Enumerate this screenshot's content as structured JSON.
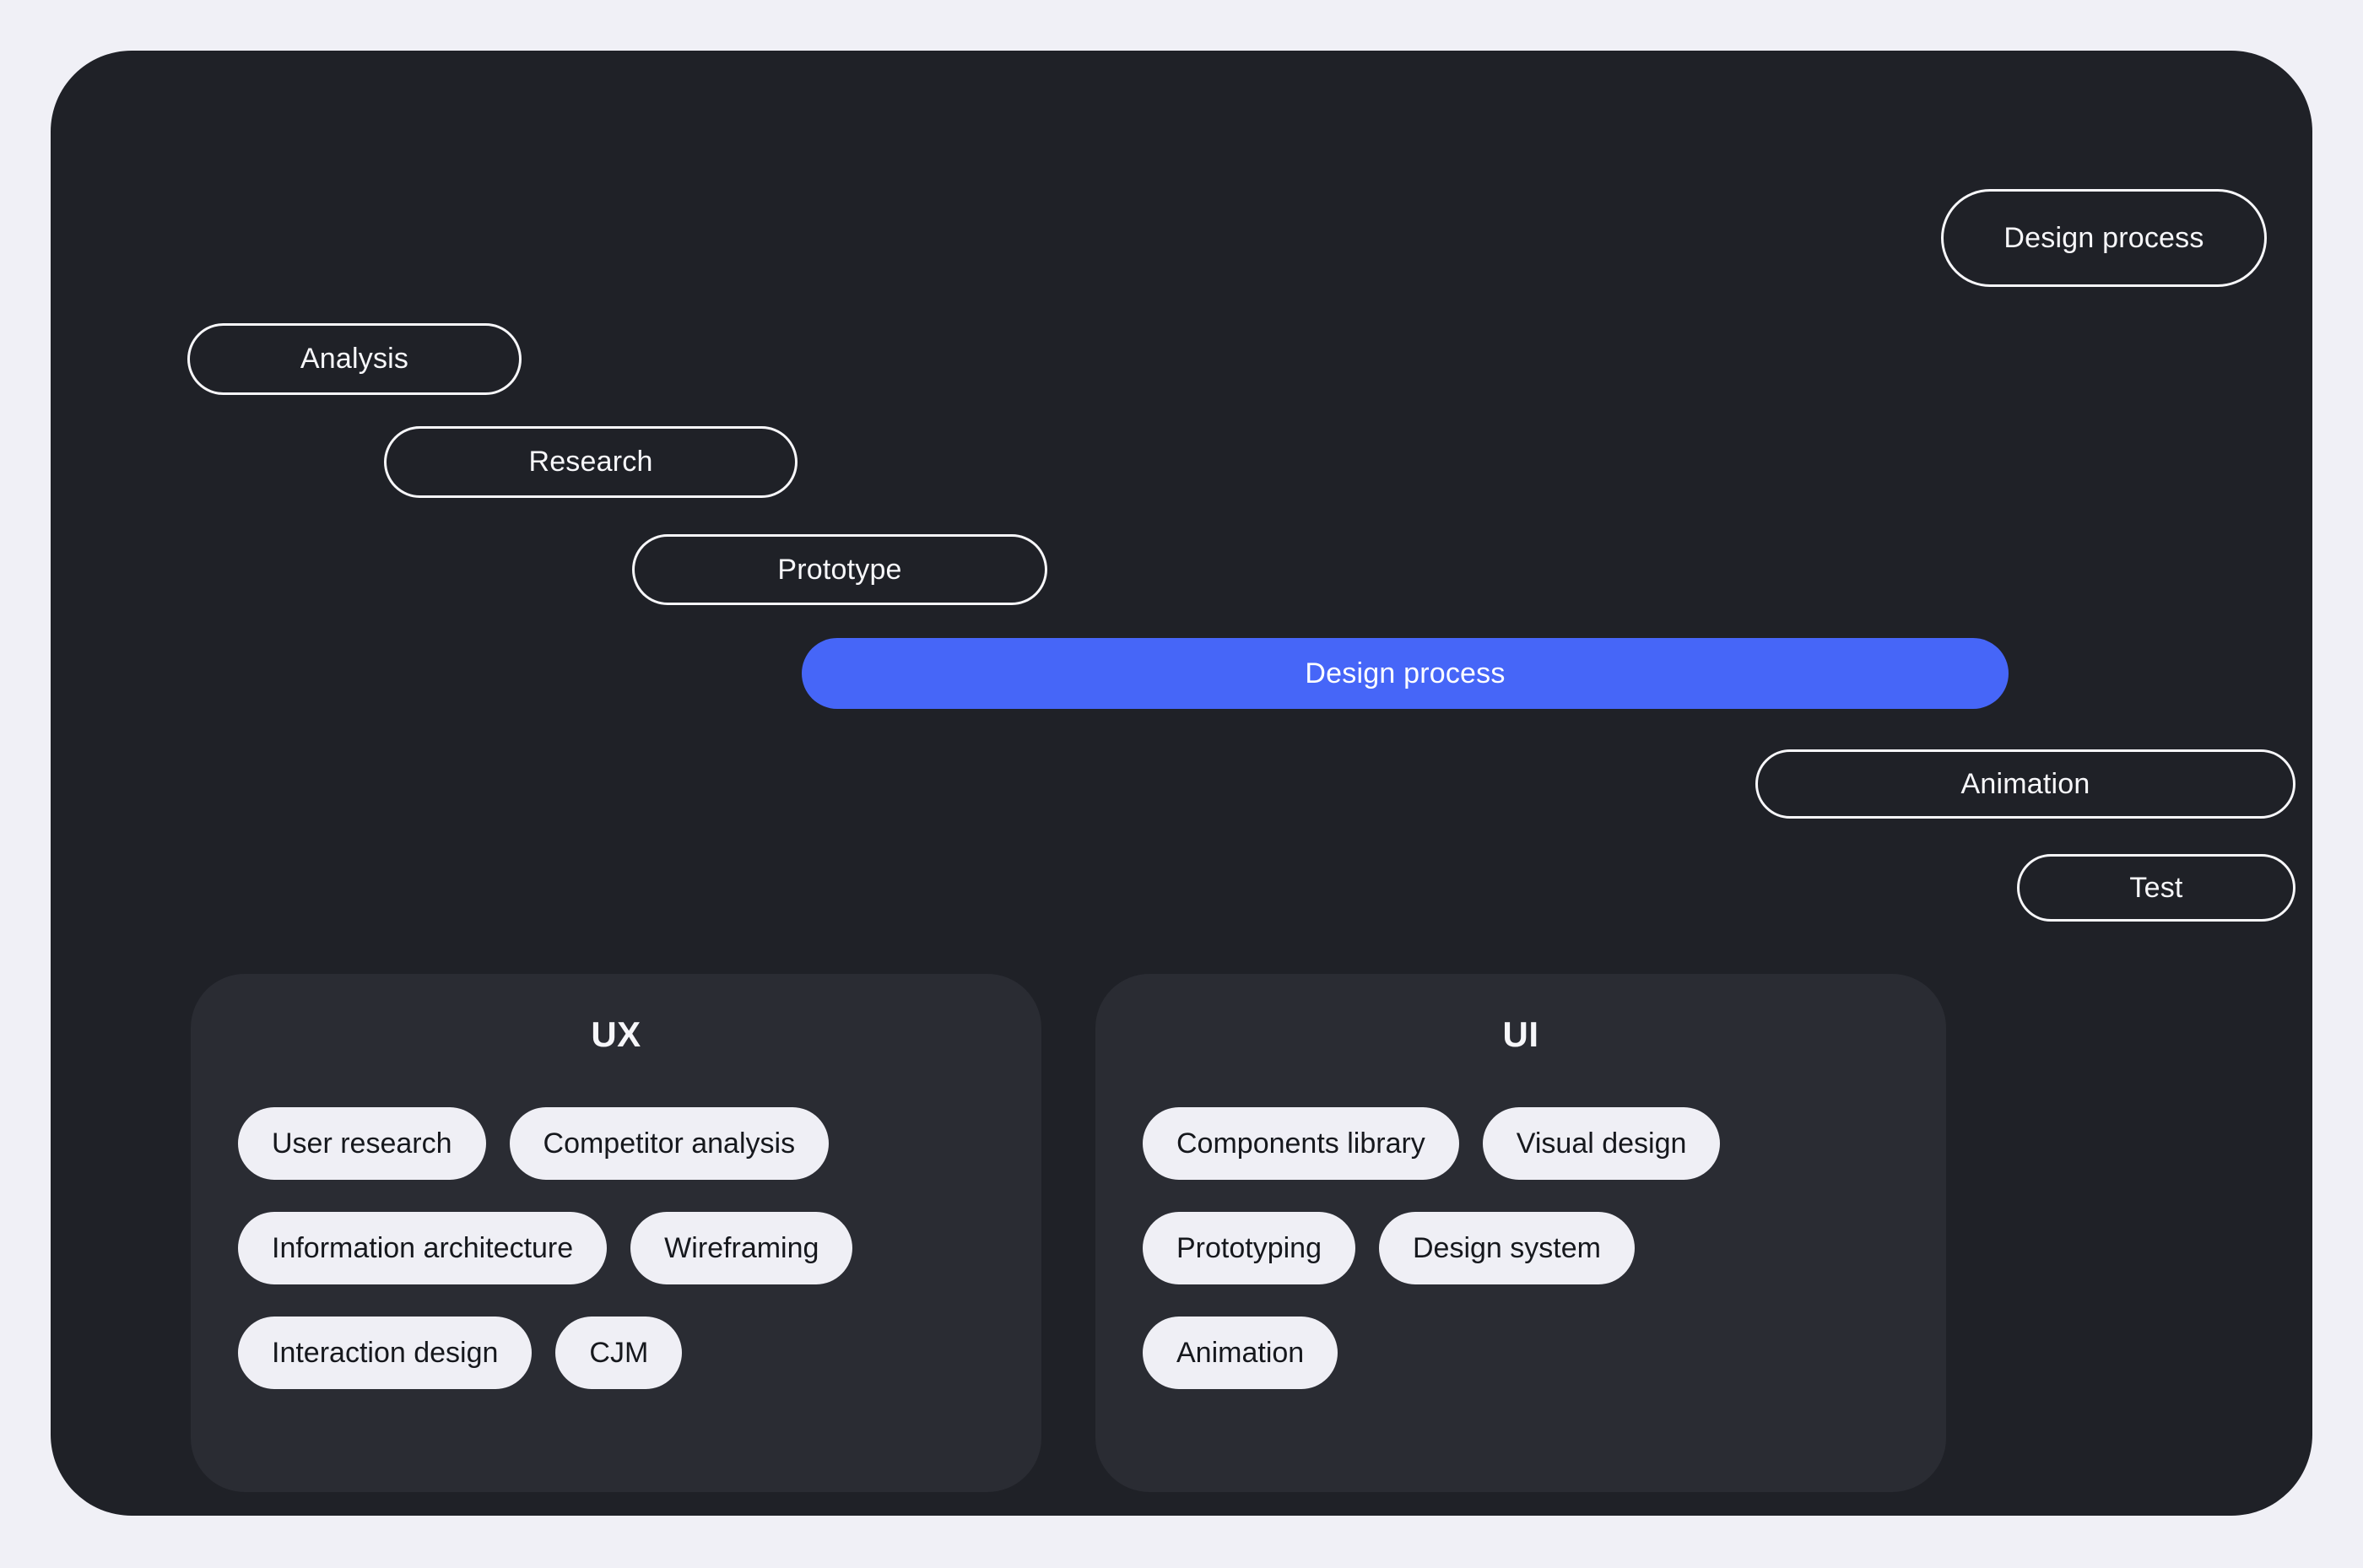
{
  "colors": {
    "page_bg": "#F0F0F6",
    "panel_bg": "#1F2127",
    "card_bg": "#2A2C33",
    "accent_blue": "#4666F8",
    "pill_outline": "#F7F7FA",
    "tag_bg": "#EFEFF5",
    "tag_text": "#16181D"
  },
  "legend": {
    "label": "Design process"
  },
  "timeline": {
    "steps": [
      {
        "label": "Analysis",
        "variant": "outline"
      },
      {
        "label": "Research",
        "variant": "outline"
      },
      {
        "label": "Prototype",
        "variant": "outline"
      },
      {
        "label": "Design process",
        "variant": "filled"
      },
      {
        "label": "Animation",
        "variant": "outline"
      },
      {
        "label": "Test",
        "variant": "outline"
      }
    ]
  },
  "groups": [
    {
      "title": "UX",
      "rows": [
        [
          "User research",
          "Competitor analysis"
        ],
        [
          "Information architecture",
          "Wireframing"
        ],
        [
          "Interaction design",
          "CJM"
        ]
      ]
    },
    {
      "title": "UI",
      "rows": [
        [
          "Components library",
          "Visual design"
        ],
        [
          "Prototyping",
          "Design system"
        ],
        [
          "Animation"
        ]
      ]
    }
  ]
}
